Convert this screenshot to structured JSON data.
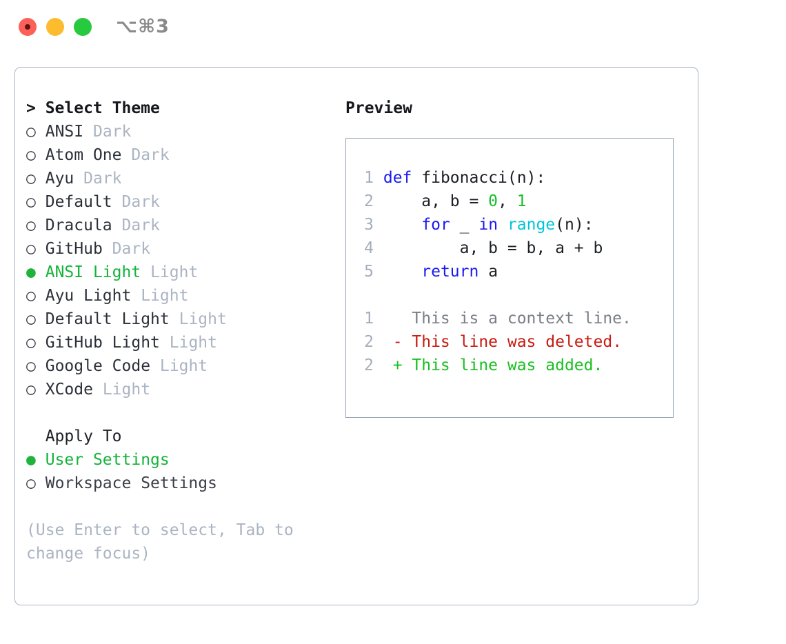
{
  "window": {
    "shortcut_label": "⌥⌘3",
    "traffic_lights": [
      "close-red",
      "minimize-yellow",
      "maximize-green"
    ]
  },
  "theme_panel": {
    "title": "> Select Theme",
    "bullet_selected": "●",
    "bullet_unselected": "○",
    "items": [
      {
        "bullet": "○",
        "name": "ANSI",
        "badge": "Dark",
        "selected": false
      },
      {
        "bullet": "○",
        "name": "Atom One",
        "badge": "Dark",
        "selected": false
      },
      {
        "bullet": "○",
        "name": "Ayu",
        "badge": "Dark",
        "selected": false
      },
      {
        "bullet": "○",
        "name": "Default",
        "badge": "Dark",
        "selected": false
      },
      {
        "bullet": "○",
        "name": "Dracula",
        "badge": "Dark",
        "selected": false
      },
      {
        "bullet": "○",
        "name": "GitHub",
        "badge": "Dark",
        "selected": false
      },
      {
        "bullet": "●",
        "name": "ANSI Light",
        "badge": "Light",
        "selected": true
      },
      {
        "bullet": "○",
        "name": "Ayu Light",
        "badge": "Light",
        "selected": false
      },
      {
        "bullet": "○",
        "name": "Default Light",
        "badge": "Light",
        "selected": false
      },
      {
        "bullet": "○",
        "name": "GitHub Light",
        "badge": "Light",
        "selected": false
      },
      {
        "bullet": "○",
        "name": "Google Code",
        "badge": "Light",
        "selected": false
      },
      {
        "bullet": "○",
        "name": "XCode",
        "badge": "Light",
        "selected": false
      }
    ]
  },
  "apply_to": {
    "label": "  Apply To",
    "options": [
      {
        "bullet": "●",
        "name": "User Settings",
        "selected": true
      },
      {
        "bullet": "○",
        "name": "Workspace Settings",
        "selected": false
      }
    ]
  },
  "hint": "(Use Enter to select, Tab to change focus)",
  "preview": {
    "title": "Preview",
    "code_lines": [
      {
        "num": "1",
        "tokens": [
          {
            "t": " ",
            "c": "plain"
          },
          {
            "t": "def",
            "c": "kw"
          },
          {
            "t": " fibonacci(n):",
            "c": "plain"
          }
        ]
      },
      {
        "num": "2",
        "tokens": [
          {
            "t": "     a, b = ",
            "c": "plain"
          },
          {
            "t": "0",
            "c": "num"
          },
          {
            "t": ", ",
            "c": "plain"
          },
          {
            "t": "1",
            "c": "num"
          }
        ]
      },
      {
        "num": "3",
        "tokens": [
          {
            "t": "     ",
            "c": "plain"
          },
          {
            "t": "for",
            "c": "kw"
          },
          {
            "t": " _ ",
            "c": "plain"
          },
          {
            "t": "in",
            "c": "kw"
          },
          {
            "t": " ",
            "c": "plain"
          },
          {
            "t": "range",
            "c": "fn"
          },
          {
            "t": "(n):",
            "c": "plain"
          }
        ]
      },
      {
        "num": "4",
        "tokens": [
          {
            "t": "         a, b = b, a + b",
            "c": "plain"
          }
        ]
      },
      {
        "num": "5",
        "tokens": [
          {
            "t": "     ",
            "c": "plain"
          },
          {
            "t": "return",
            "c": "kw"
          },
          {
            "t": " a",
            "c": "plain"
          }
        ]
      }
    ],
    "diff_lines": [
      {
        "num": "1",
        "marker": "  ",
        "text": "This is a context line.",
        "kind": "ctx"
      },
      {
        "num": "2",
        "marker": "- ",
        "text": "This line was deleted.",
        "kind": "del"
      },
      {
        "num": "2",
        "marker": "+ ",
        "text": "This line was added.",
        "kind": "add"
      }
    ]
  },
  "colors": {
    "accent_green": "#14b33a",
    "muted": "#aab4c2",
    "keyword_blue": "#1a1aee",
    "function_cyan": "#00c5d7",
    "number_green": "#17bd2c",
    "diff_add": "#18c020",
    "diff_del": "#c91b12",
    "border": "#aab4c2"
  }
}
